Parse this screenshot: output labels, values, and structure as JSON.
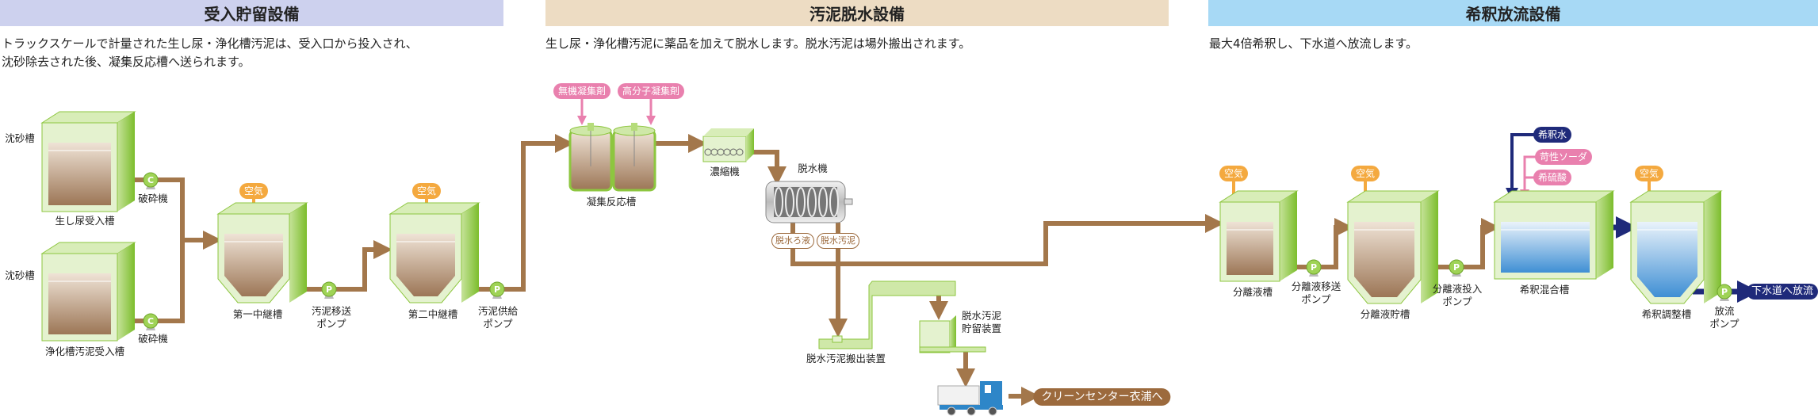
{
  "colors": {
    "pipe": "#a3774b",
    "tank_green": "#8dc63f",
    "air": "#f4a93f",
    "chemical": "#e980ae",
    "navy": "#1f2a7a",
    "header1": "#cdd1ee",
    "header2": "#eddcc3",
    "header3": "#a7d9f5"
  },
  "sections": [
    {
      "title": "受入貯留設備",
      "description": [
        "トラックスケールで計量された生し尿・浄化槽汚泥は、受入口から投入され、",
        "沈砂除去された後、凝集反応槽へ送られます。"
      ]
    },
    {
      "title": "汚泥脱水設備",
      "description": [
        "生し尿・浄化槽汚泥に薬品を加えて脱水します。脱水汚泥は場外搬出されます。"
      ]
    },
    {
      "title": "希釈放流設備",
      "description": [
        "最大4倍希釈し、下水道へ放流します。"
      ]
    }
  ],
  "labels": {
    "grit1": "沈砂槽",
    "grit2": "沈砂槽",
    "crusher1": "破砕機",
    "crusher2": "破砕機",
    "night_soil_tank": "生し尿受入槽",
    "septic_tank": "浄化槽汚泥受入槽",
    "relay1": "第一中継槽",
    "relay2": "第二中継槽",
    "transfer_pump": [
      "汚泥移送",
      "ポンプ"
    ],
    "supply_pump": [
      "汚泥供給",
      "ポンプ"
    ],
    "coag_tank": "凝集反応槽",
    "thickener": "濃縮機",
    "dewater": "脱水機",
    "filtrate": "脱水ろ液",
    "dewatered_sludge": "脱水汚泥",
    "conveyor": "脱水汚泥搬出装置",
    "storage": [
      "脱水汚泥",
      "貯留装置"
    ],
    "destination": "クリーンセンター衣浦へ",
    "sep_tank": "分離液槽",
    "sep_transfer_pump": [
      "分離液移送",
      "ポンプ"
    ],
    "sep_storage": "分離液貯槽",
    "sep_feed_pump": [
      "分離液投入",
      "ポンプ"
    ],
    "mix_tank": "希釈混合槽",
    "adjust_tank": "希釈調整槽",
    "discharge_pump": [
      "放流",
      "ポンプ"
    ],
    "sewer": "下水道へ放流"
  },
  "chemicals": {
    "inorganic": "無機凝集剤",
    "polymer": "高分子凝集剤",
    "dilution_water": "希釈水",
    "caustic_soda": "苛性ソーダ",
    "sulfuric_acid": "希硫酸"
  },
  "air_label": "空気",
  "pump_letters": {
    "crusher": "C",
    "pump": "P"
  }
}
